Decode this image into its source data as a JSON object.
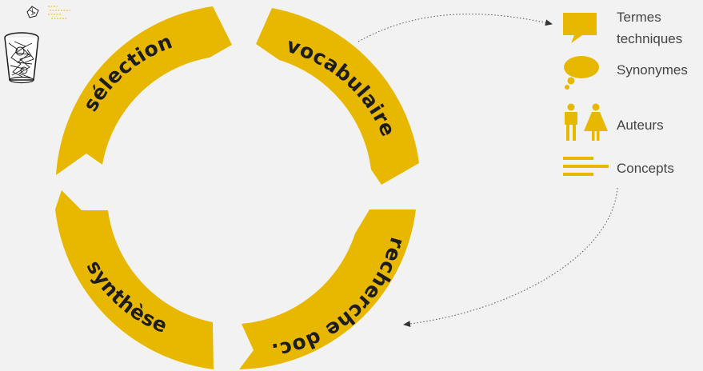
{
  "colors": {
    "accent": "#e8b800",
    "text": "#1c1c1c",
    "muted": "#444444",
    "background": "#f2f2f2"
  },
  "cycle": {
    "steps": [
      {
        "id": "selection",
        "label": "sélection"
      },
      {
        "id": "vocabulaire",
        "label": "vocabulaire"
      },
      {
        "id": "recherche",
        "label": "recherche doc."
      },
      {
        "id": "synthese",
        "label": "synthèse"
      }
    ]
  },
  "legend": {
    "items": [
      {
        "id": "termes",
        "icon": "speech-bubble-icon",
        "line1": "Termes",
        "line2": "techniques"
      },
      {
        "id": "synonymes",
        "icon": "thought-bubble-icon",
        "line1": "Synonymes"
      },
      {
        "id": "auteurs",
        "icon": "people-icon",
        "line1": "Auteurs"
      },
      {
        "id": "concepts",
        "icon": "text-lines-icon",
        "line1": "Concepts"
      }
    ]
  },
  "decorations": {
    "trash": "trash-bin-icon",
    "paper": "crumpled-paper-icon"
  }
}
